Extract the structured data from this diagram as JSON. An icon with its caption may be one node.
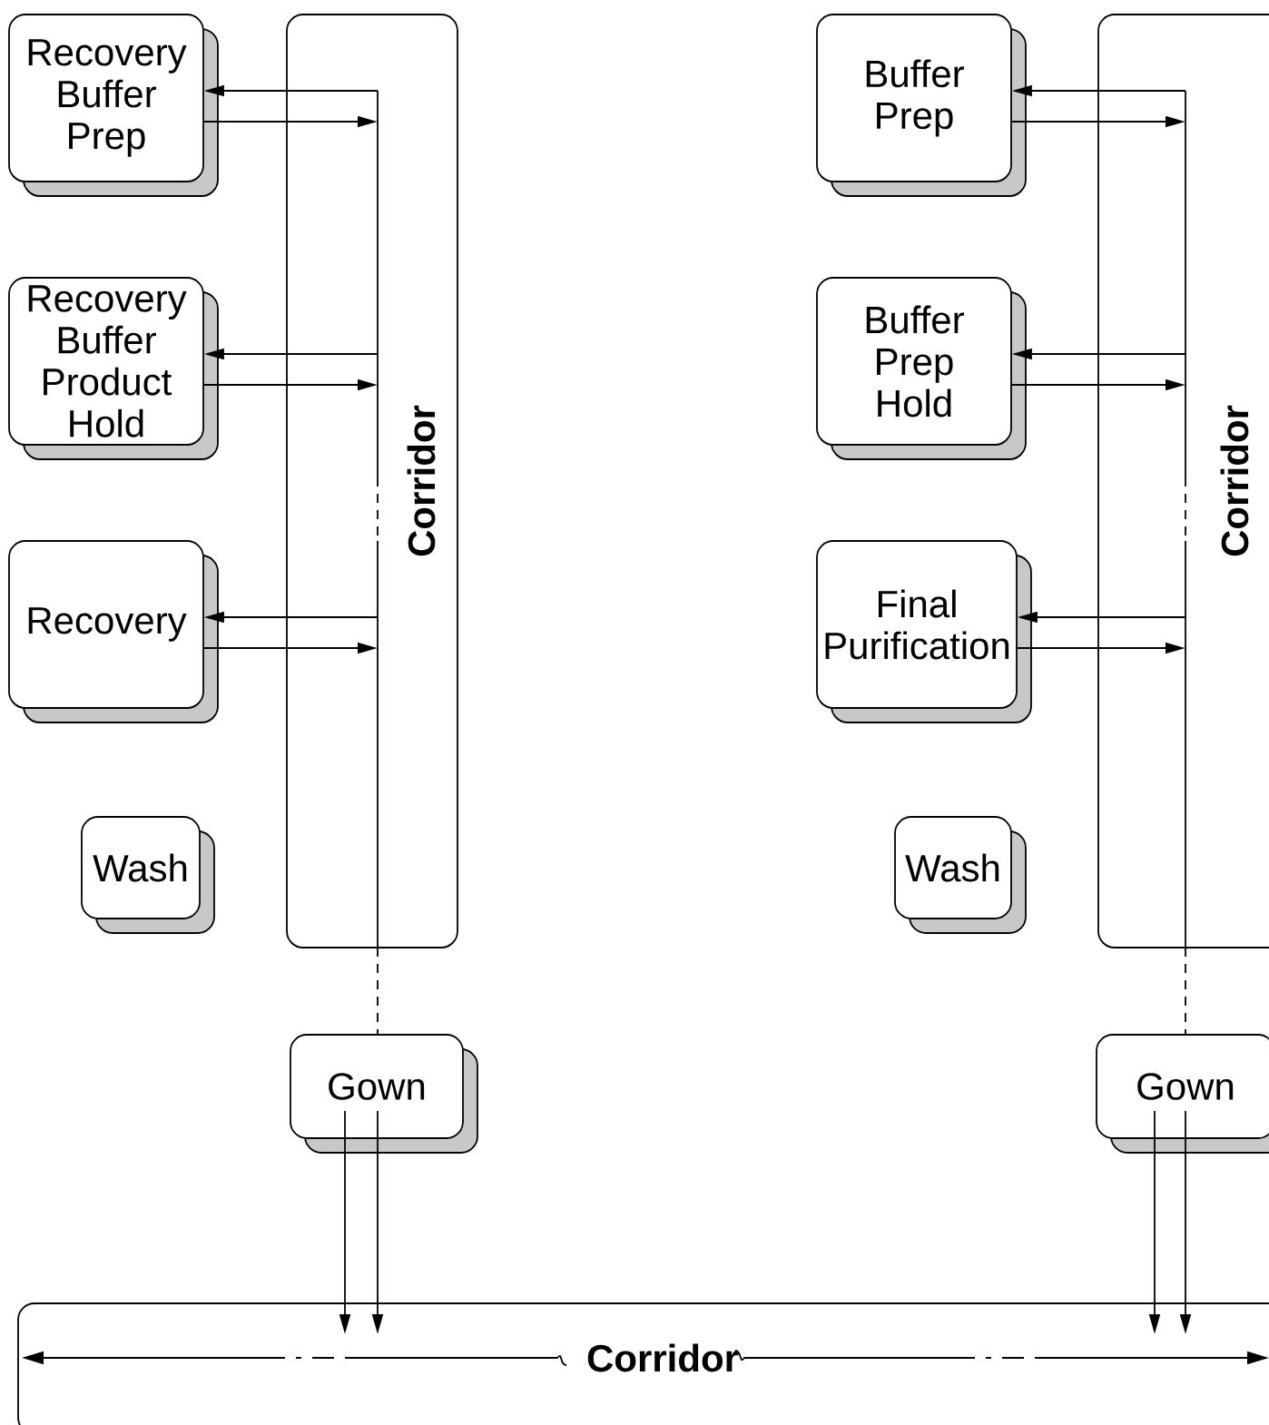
{
  "diagram": {
    "nodes": [
      {
        "text": [
          "Recovery Buffer Prep"
        ]
      },
      {
        "text": [
          "Recovery Buffer Product Hold"
        ]
      },
      {
        "text": [
          "Recovery"
        ]
      },
      {
        "text": [
          "Wash"
        ]
      },
      {
        "text": [
          "Corridor"
        ]
      },
      {
        "text": [
          "Buffer Prep"
        ]
      },
      {
        "text": [
          "Buffer Prep Hold"
        ]
      },
      {
        "text": [
          "Final Purification"
        ]
      },
      {
        "text": [
          "Wash"
        ]
      },
      {
        "text": [
          "Corridor"
        ]
      },
      {
        "text": [
          "Gown"
        ]
      },
      {
        "text": [
          "Gown"
        ]
      },
      {
        "text": [
          "Corridor"
        ]
      }
    ],
    "edges": [
      {
        "from": 4,
        "to": 0,
        "arrow": "to"
      },
      {
        "from": 0,
        "to": 4,
        "arrow": "to"
      },
      {
        "from": 4,
        "to": 1,
        "arrow": "to"
      },
      {
        "from": 1,
        "to": 4,
        "arrow": "to"
      },
      {
        "from": 4,
        "to": 2,
        "arrow": "to"
      },
      {
        "from": 2,
        "to": 4,
        "arrow": "to"
      },
      {
        "from": 9,
        "to": 5,
        "arrow": "to"
      },
      {
        "from": 5,
        "to": 9,
        "arrow": "to"
      },
      {
        "from": 9,
        "to": 6,
        "arrow": "to"
      },
      {
        "from": 6,
        "to": 9,
        "arrow": "to"
      },
      {
        "from": 9,
        "to": 7,
        "arrow": "to"
      },
      {
        "from": 7,
        "to": 9,
        "arrow": "to"
      },
      {
        "from": 4,
        "to": 10,
        "arrow": "none",
        "style": "dashed"
      },
      {
        "from": 9,
        "to": 11,
        "arrow": "none",
        "style": "dashed"
      },
      {
        "from": 10,
        "to": 12,
        "arrow": "to"
      },
      {
        "from": 10,
        "to": 12,
        "arrow": "to"
      },
      {
        "from": 11,
        "to": 12,
        "arrow": "to"
      },
      {
        "from": 11,
        "to": 12,
        "arrow": "to"
      }
    ]
  }
}
